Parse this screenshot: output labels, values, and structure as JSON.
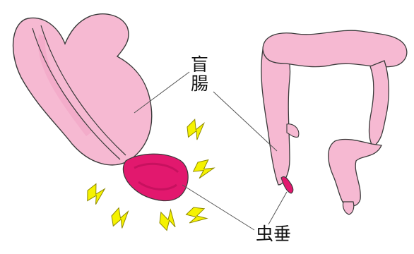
{
  "labels": {
    "cecum_line1": "盲",
    "cecum_line2": "腸",
    "appendix": "虫垂"
  },
  "colors": {
    "intestine_fill": "#f6b9d2",
    "intestine_outline": "#3a3a3a",
    "inflamed_appendix": "#e2186e",
    "pain_bolt": "#f5f200",
    "pain_bolt_outline": "#8f8a00",
    "leader_line": "#555555"
  },
  "illustrations": {
    "left": "zoomed-cecum-with-inflamed-appendix",
    "right": "large-intestine-overview",
    "pain_marks": "lightning-bolt-icon"
  }
}
